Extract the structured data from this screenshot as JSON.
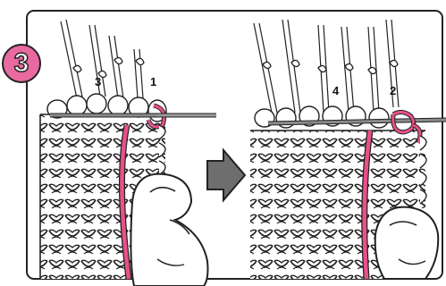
{
  "step_number": "3",
  "labels": {
    "left_a": "3",
    "left_b": "1",
    "right_a": "4",
    "right_b": "2"
  },
  "colors": {
    "yarn": "#e8508a",
    "badge": "#e86aa0",
    "arrow": "#6e6e6e",
    "ink": "#222222",
    "paper": "#ffffff"
  }
}
